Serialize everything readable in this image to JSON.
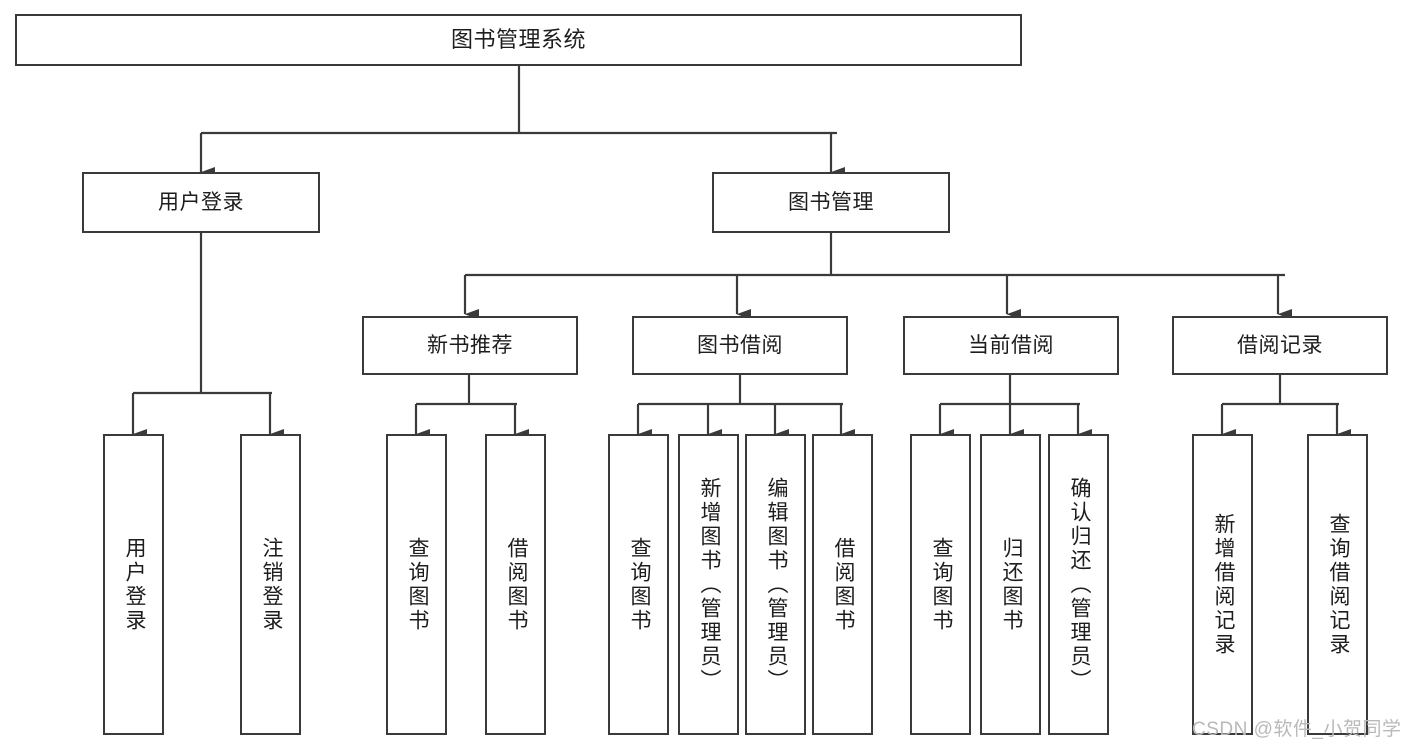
{
  "diagram": {
    "title": "图书管理系统",
    "colors": {
      "node_border": "#3a3a3a",
      "node_fill": "#ffffff",
      "edge": "#3a3a3a",
      "text": "#1d1d1d",
      "watermark": "#b9b9b9",
      "background": "#ffffff"
    },
    "levels": {
      "root": "图书管理系统",
      "level2": [
        "用户登录",
        "图书管理"
      ],
      "level3": [
        "新书推荐",
        "图书借阅",
        "当前借阅",
        "借阅记录"
      ]
    },
    "nodes": {
      "root": {
        "label": "图书管理系统"
      },
      "user_login": {
        "label": "用户登录"
      },
      "book_manage": {
        "label": "图书管理"
      },
      "new_book_rec": {
        "label": "新书推荐"
      },
      "book_borrow": {
        "label": "图书借阅"
      },
      "current_borrow": {
        "label": "当前借阅"
      },
      "borrow_record": {
        "label": "借阅记录"
      },
      "leaf_user_login": {
        "label": "用户登录"
      },
      "leaf_user_logout": {
        "label": "注销登录"
      },
      "leaf_rec_query": {
        "label": "查询图书"
      },
      "leaf_rec_borrow": {
        "label": "借阅图书"
      },
      "leaf_borrow_query": {
        "label": "查询图书"
      },
      "leaf_borrow_add": {
        "label": "新增图书（管理员）"
      },
      "leaf_borrow_edit": {
        "label": "编辑图书（管理员）"
      },
      "leaf_borrow_borrow": {
        "label": "借阅图书"
      },
      "leaf_cur_query": {
        "label": "查询图书"
      },
      "leaf_cur_return": {
        "label": "归还图书"
      },
      "leaf_cur_confirm": {
        "label": "确认归还（管理员）"
      },
      "leaf_rec_add": {
        "label": "新增借阅记录"
      },
      "leaf_rec_search": {
        "label": "查询借阅记录"
      }
    },
    "watermark": "CSDN @软件_小贺同学"
  }
}
